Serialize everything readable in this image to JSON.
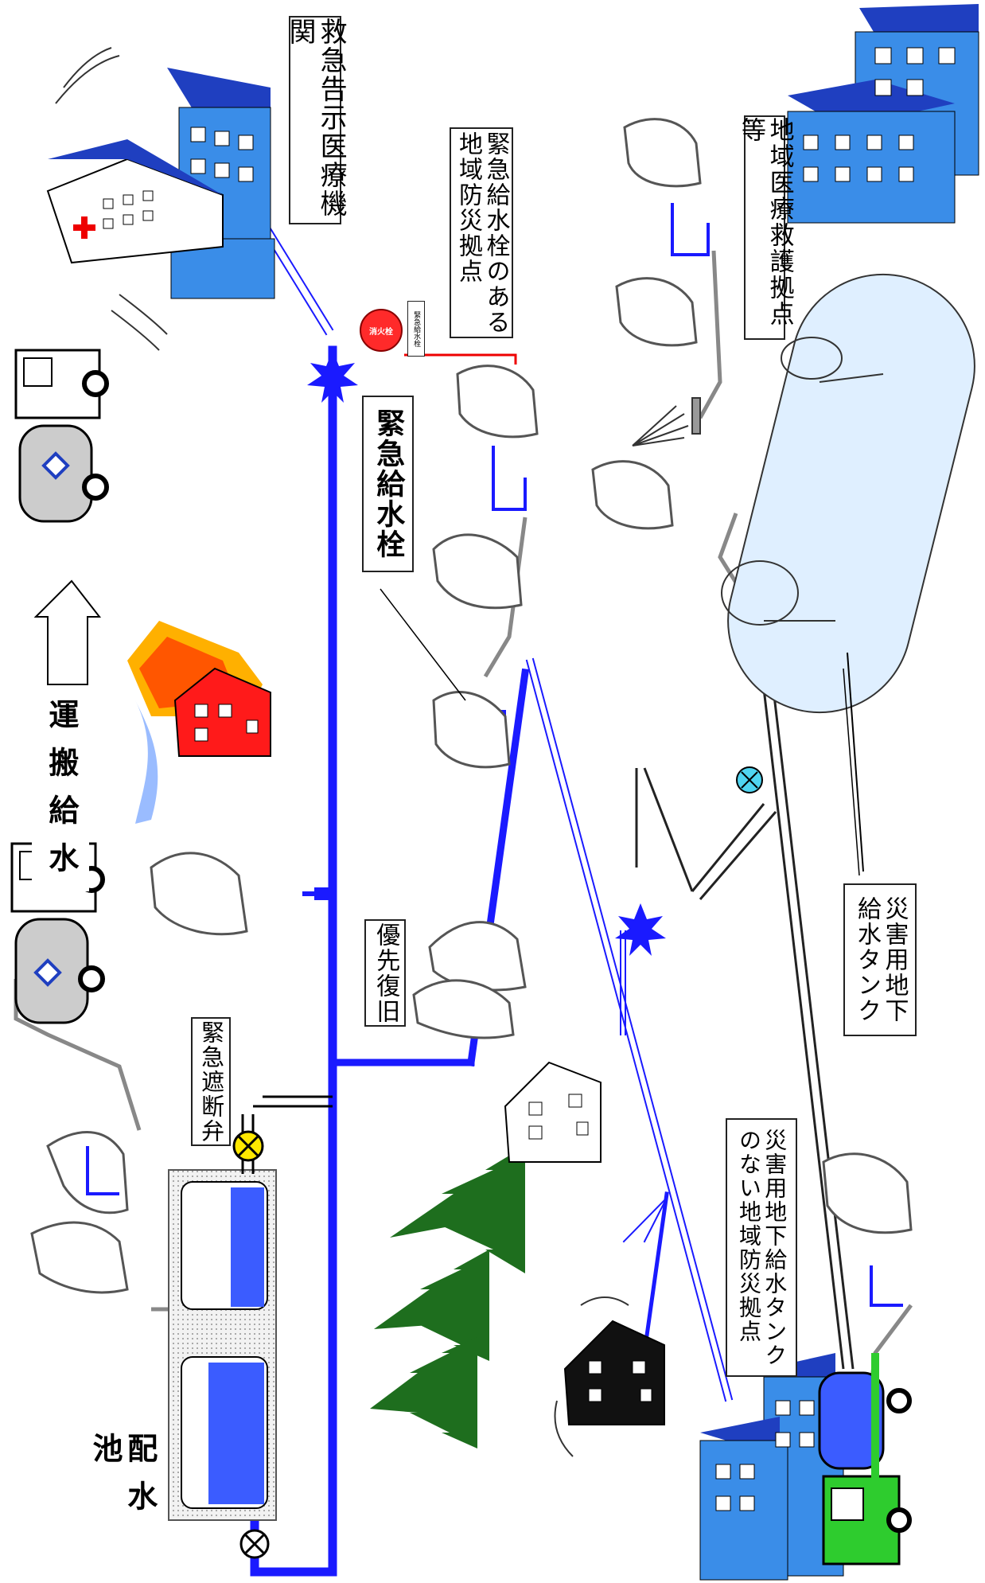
{
  "labels": {
    "hospital": "救急告示医療機関",
    "hydrant_site": "緊急給水栓のある\n地域防災拠点",
    "medical_post": "地域医療救護拠点等",
    "hydrant": "緊急給水栓",
    "transport_water": "運搬給水",
    "shutoff_valve": "緊急遮断弁",
    "priority_restore": "優先復旧",
    "disaster_tank": "災害用地下\n給水タンク",
    "no_tank_site": "災害用地下給水タンク\nのない地域防災拠点",
    "reservoir": "配水池"
  },
  "badge": {
    "seal_text": "消火栓",
    "plate_text": "緊急給水栓"
  },
  "colors": {
    "main_pipe": "#1a1aff",
    "building": "#3a8de8",
    "building_roof": "#1f3fc0",
    "fire_house": "#ff1a1a",
    "tree": "#1e6e1e",
    "truck_green": "#2ecc2e",
    "tank_fill": "#dfefff"
  },
  "icons": [
    "hospital-building-icon",
    "tanker-truck-icon",
    "house-on-fire-icon",
    "firefighter-icon",
    "water-reservoir-icon",
    "valve-icon",
    "burst-icon",
    "tree-icon",
    "house-icon",
    "person-carrying-water-icon",
    "underground-tank-icon"
  ]
}
